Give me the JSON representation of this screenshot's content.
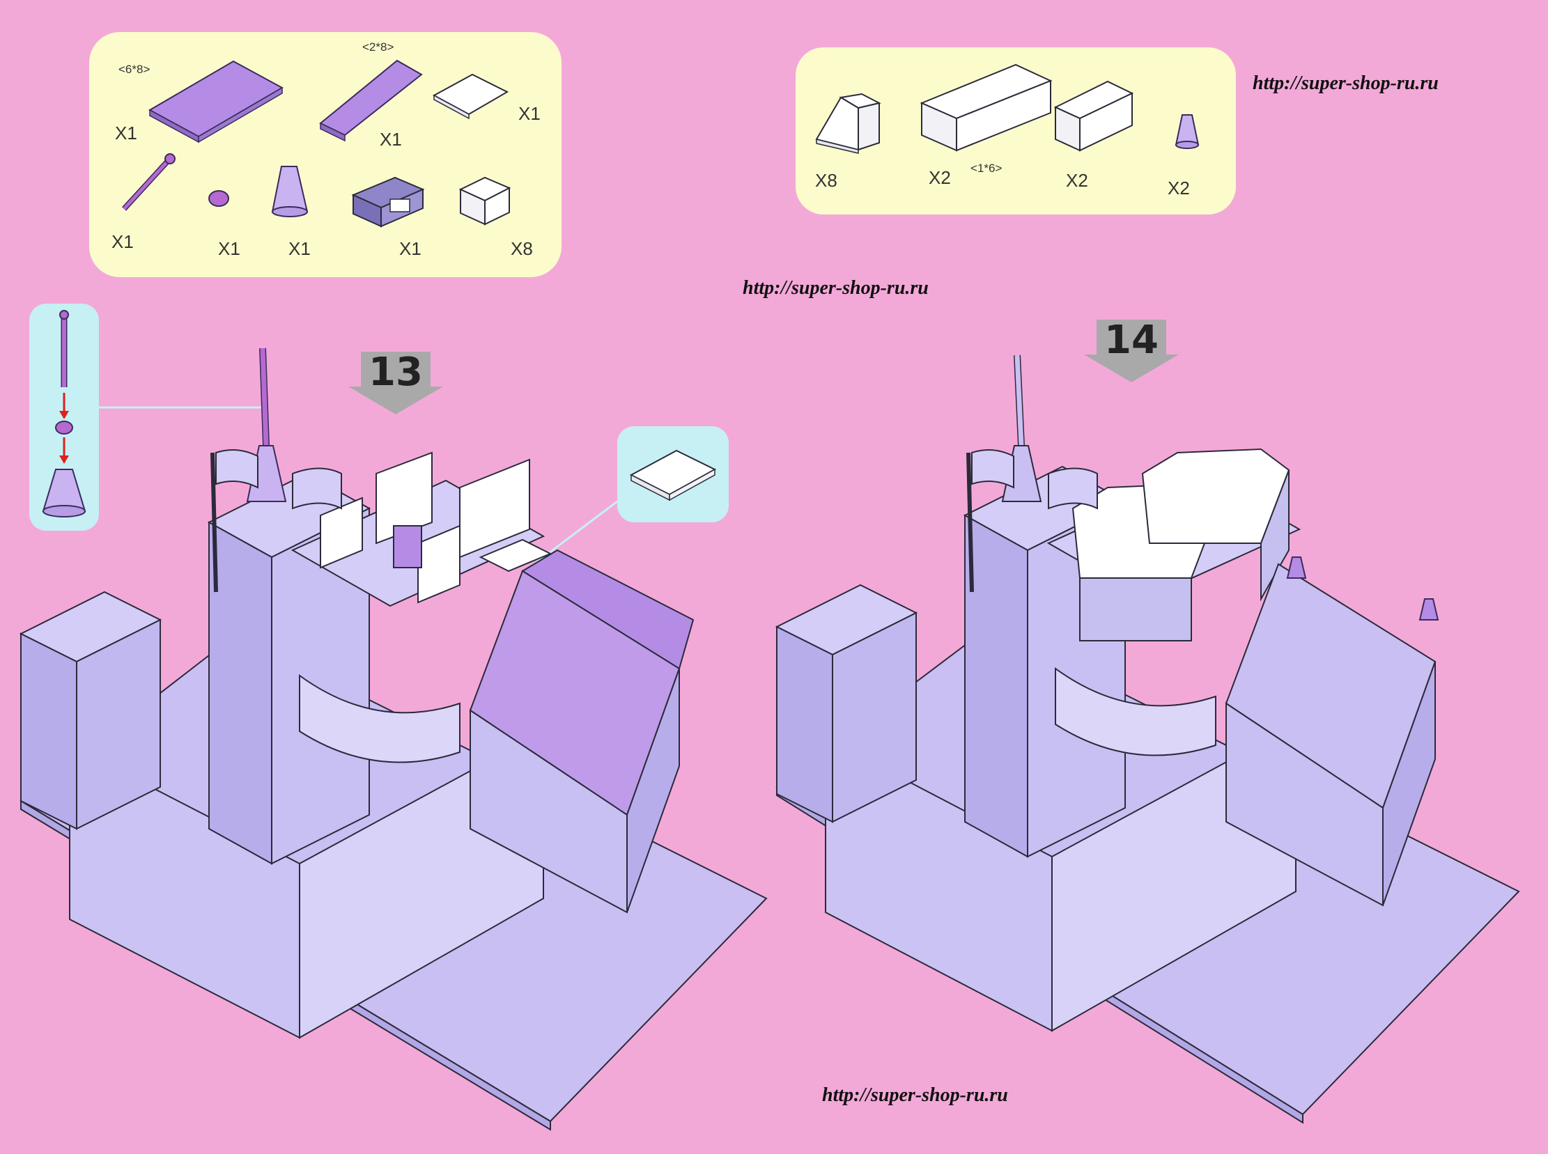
{
  "watermark": {
    "url_top": "http://super-shop-ru.ru",
    "url_mid": "http://super-shop-ru.ru",
    "url_bottom": "http://super-shop-ru.ru"
  },
  "parts_panel_1": {
    "dims": {
      "plate_6x8": "<6*8>",
      "plate_2x8": "<2*8>"
    },
    "quantities": {
      "plate_6x8": "X1",
      "plate_2x8": "X1",
      "plate_4x4_white": "X1",
      "antenna": "X1",
      "round_plate": "X1",
      "cone": "X1",
      "window_brick": "X1",
      "white_brick_2x2": "X8"
    }
  },
  "parts_panel_2": {
    "dims": {
      "brick_1x6": "<1*6>"
    },
    "quantities": {
      "slope": "X8",
      "brick_1x6": "X2",
      "brick_1x4": "X2",
      "cone_small": "X2"
    }
  },
  "steps": {
    "step_13": "13",
    "step_14": "14"
  },
  "colors": {
    "background": "#f3a9d8",
    "panel": "#fcfbcc",
    "lavender": "#c9bff2",
    "purple": "#b48ce6",
    "white": "#ffffff",
    "badge": "#a9a9a9"
  }
}
